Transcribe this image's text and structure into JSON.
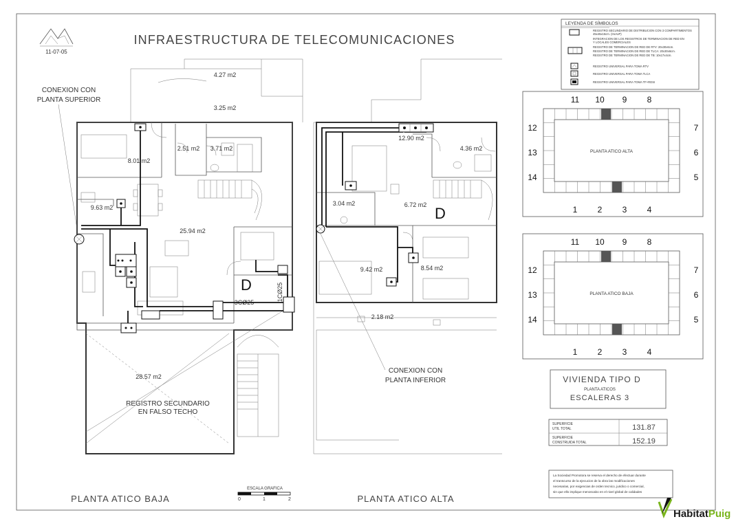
{
  "header": {
    "date": "11-07-05",
    "title": "INFRAESTRUCTURA DE TELECOMUNICACIONES"
  },
  "annotations": {
    "upper_connection": [
      "CONEXION CON",
      "PLANTA SUPERIOR"
    ],
    "lower_connection": [
      "CONEXION CON",
      "PLANTA INFERIOR"
    ],
    "secondary_register": [
      "REGISTRO SECUNDARIO",
      "EN FALSO TECHO"
    ]
  },
  "plan_left": {
    "label": "PLANTA ATICO BAJA",
    "unit_letter": "D",
    "areas": [
      "4.27 m2",
      "3.25 m2",
      "8.01 m2",
      "2.51 m2",
      "3.71 m2",
      "9.63 m2",
      "25.94 m2",
      "28.57 m2"
    ],
    "conduits": [
      "1CØ25",
      "3CØ25"
    ]
  },
  "plan_right": {
    "label": "PLANTA ATICO ALTA",
    "unit_letter": "D",
    "areas": [
      "12.90 m2",
      "4.36 m2",
      "3.04 m2",
      "6.72 m2",
      "9.42 m2",
      "8.54 m2",
      "2.18 m2"
    ]
  },
  "scale": {
    "title": "ESCALA GRAFICA",
    "ticks": [
      "0",
      "1",
      "2"
    ]
  },
  "legend": {
    "title": "LEYENDA DE SÍMBOLOS",
    "rows": [
      {
        "icon": "secondary-register-icon",
        "lines": [
          "REGISTRO SECUNDARIO DE DISTRIBUCION CON 3 COMPARTIMENTOS",
          "45x45x15cm. (HxAxP)",
          "INTEGRACION DE LOS REGISTROS DE TERMINACION DE RED EN",
          "Y LOCALES COMERCIALES"
        ]
      },
      {
        "icon": "termination-register-icon",
        "lines": [
          "REGISTRO DE TERMINACION DE RED DE RTV: 20x30x6cm.",
          "REGISTRO DE TERMINACION DE RED DE TLCA: 20x30x6cm.",
          "REGISTRO DE TERMINACION DE RED DE TB: 10x17x4cm."
        ]
      },
      {
        "icon": "rtv-socket-icon",
        "lines": [
          "REGISTRO UNIVERSAL PARA TOMA RTV"
        ]
      },
      {
        "icon": "tlca-socket-icon",
        "lines": [
          "REGISTRO UNIVERSAL PARA TOMA TLCA"
        ]
      },
      {
        "icon": "tb-socket-icon",
        "lines": [
          "REGISTRO UNIVERSAL PARA TOMA TF+RDSI"
        ]
      }
    ]
  },
  "key_plans": [
    {
      "label": "PLANTA ATICO ALTA",
      "top": [
        "11",
        "10",
        "9",
        "8"
      ],
      "bottom": [
        "1",
        "2",
        "3",
        "4"
      ],
      "left": [
        "12",
        "13",
        "14"
      ],
      "right": [
        "7",
        "6",
        "5"
      ]
    },
    {
      "label": "PLANTA ATICO BAJA",
      "top": [
        "11",
        "10",
        "9",
        "8"
      ],
      "bottom": [
        "1",
        "2",
        "3",
        "4"
      ],
      "left": [
        "12",
        "13",
        "14"
      ],
      "right": [
        "7",
        "6",
        "5"
      ]
    }
  ],
  "housing": {
    "type": "VIVIENDA TIPO D",
    "floor": "PLANTA ATICOS",
    "stairs": "ESCALERAS 3"
  },
  "surfaces": [
    {
      "label": [
        "SUPERFICIE",
        "UTIL TOTAL"
      ],
      "value": "131.87"
    },
    {
      "label": [
        "SUPERFICIE",
        "CONSTRUIDA TOTAL"
      ],
      "value": "152.19"
    }
  ],
  "notice": {
    "lines": [
      "La Sociedad Promotora se reserva el derecho de efectuar durante",
      "el transcurso de la ejecucion de la obra las modificaciones",
      "necesarias, por exigencias de orden tecnico, juridico o comercial,",
      "sin que ello implique menoscabo en el nivel global de calidades"
    ]
  },
  "brand": {
    "prefix": "Habitat",
    "suffix": "Puig",
    "accent": "#7ab51d"
  }
}
